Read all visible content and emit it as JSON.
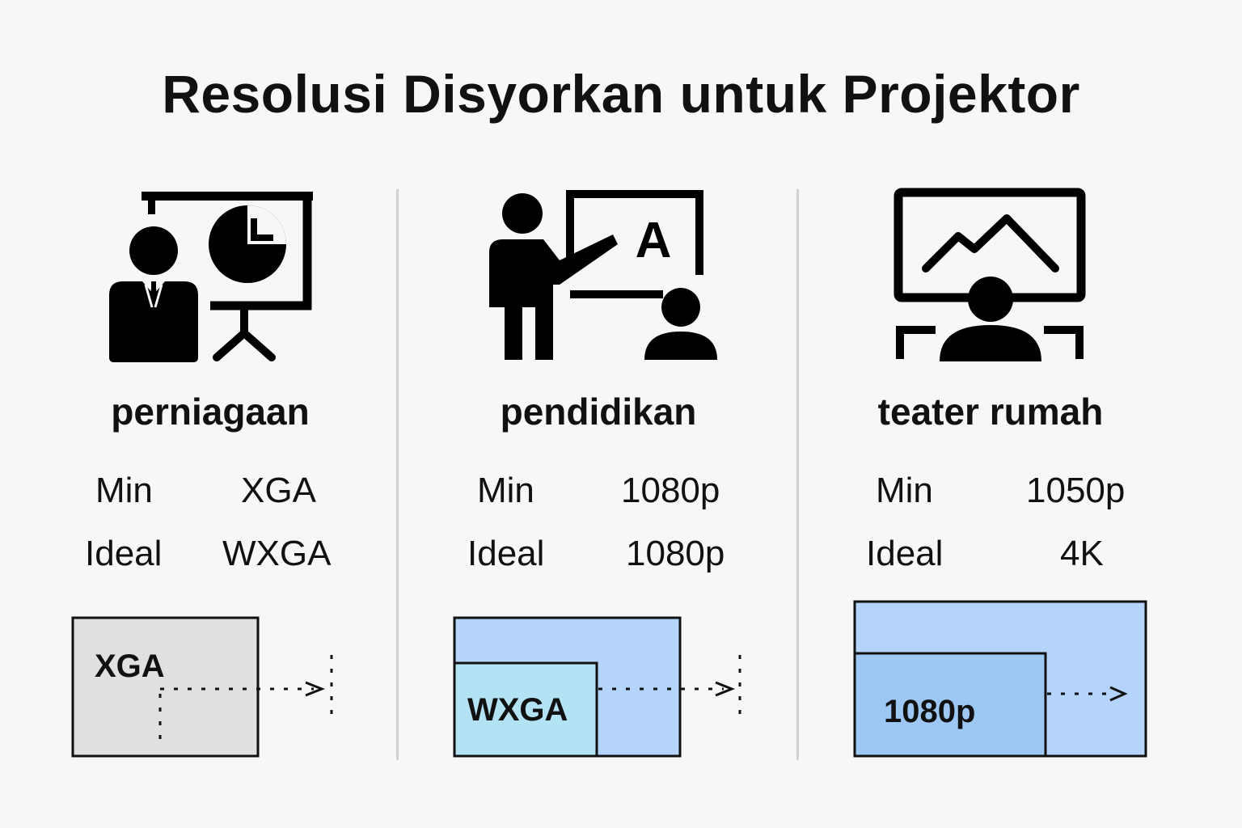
{
  "title": "Resolusi Disyorkan untuk Projektor",
  "labels": {
    "min": "Min",
    "ideal": "Ideal"
  },
  "categories": [
    {
      "name": "perniagaan",
      "icon": "business-presentation-icon",
      "min": "XGA",
      "ideal": "WXGA",
      "box_label": "XGA",
      "box_colors": {
        "outer": "#e0e0e0"
      }
    },
    {
      "name": "pendidikan",
      "icon": "teacher-classroom-icon",
      "min": "1080p",
      "ideal": "1080p",
      "box_label": "WXGA",
      "box_colors": {
        "outer": "#b4d4fb",
        "inner": "#b2e2f4"
      }
    },
    {
      "name": "teater rumah",
      "icon": "home-theater-icon",
      "min": "1050p",
      "ideal": "4K",
      "box_label": "1080p",
      "box_colors": {
        "outer": "#b4d4fb",
        "inner": "#9ec8f4"
      }
    }
  ]
}
